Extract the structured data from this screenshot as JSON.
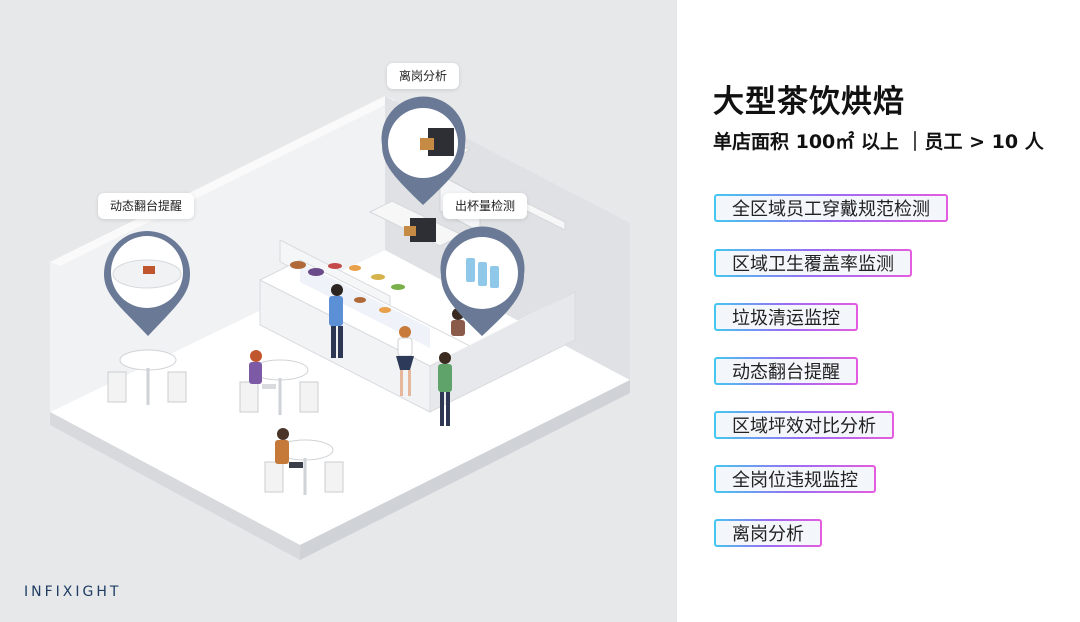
{
  "scene": {
    "pin_labels": {
      "dynamic_table": "动态翻台提醒",
      "leave_post": "离岗分析",
      "cup_count": "出杯量检测"
    },
    "brand_logo": "INFIXIGHT"
  },
  "panel": {
    "title": "大型茶饮烘焙",
    "subtitle": "单店面积 100㎡ 以上 ｜员工 > 10 人",
    "tags": [
      "全区域员工穿戴规范检测",
      "区域卫生覆盖率监测",
      "垃圾清运监控",
      "动态翻台提醒",
      "区域坪效对比分析",
      "全岗位违规监控",
      "离岗分析"
    ]
  },
  "colors": {
    "left_bg": "#e7e8ea",
    "pin": "#6a7a96",
    "tag_gradient": [
      "#44c8f0",
      "#9a6cf2",
      "#e45ce0"
    ],
    "logo": "#1f3d63"
  }
}
